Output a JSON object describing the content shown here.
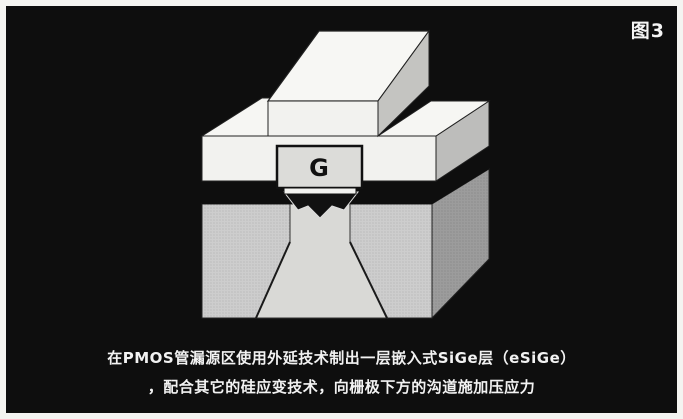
{
  "figure_label": "图3",
  "gate_label": "G",
  "caption_line1": "在PMOS管漏源区使用外延技术制出一层嵌入式SiGe层（eSiGe）",
  "caption_line2": "，配合其它的硅应变技术，向栅极下方的沟道施加压应力",
  "colors": {
    "background": "#0e0e0e",
    "upper_block": "#f2f2ef",
    "substrate_front": "#cfcfcf",
    "side_faces": "#9a9a9a"
  }
}
